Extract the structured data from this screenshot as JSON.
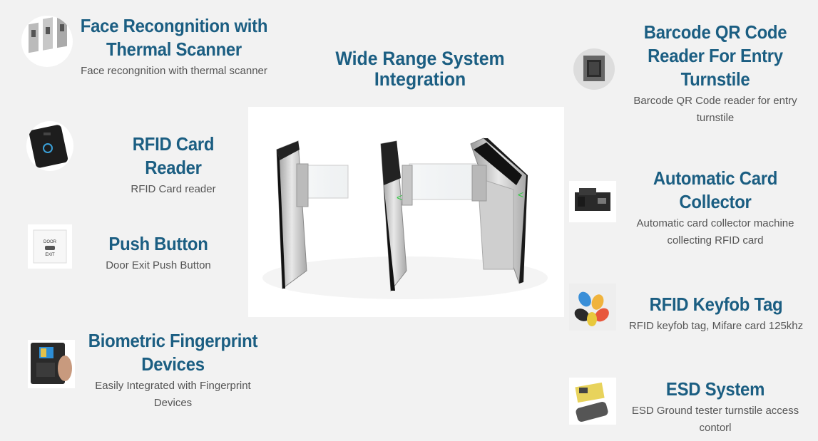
{
  "center": {
    "title_line1": "Wide Range System",
    "title_line2": "Integration"
  },
  "features": {
    "face": {
      "title_line1": "Face Recongnition with",
      "title_line2": "Thermal Scanner",
      "desc": "Face recongnition with thermal scanner",
      "icon": "face-recognition-turnstile-icon"
    },
    "rfid_reader": {
      "title": "RFID Card Reader",
      "desc": "RFID Card reader",
      "icon": "rfid-reader-icon"
    },
    "push": {
      "title": "Push Button",
      "desc": "Door Exit Push Button",
      "icon": "push-button-icon",
      "button_label_top": "DOOR",
      "button_label_bottom": "EXIT"
    },
    "biometric": {
      "title_line1": "Biometric Fingerprint",
      "title_line2": "Devices",
      "desc_line1": "Easily Integrated with Fingerprint",
      "desc_line2": "Devices",
      "icon": "fingerprint-device-icon"
    },
    "barcode": {
      "title_line1": "Barcode QR Code",
      "title_line2": "Reader For Entry",
      "title_line3": "Turnstile",
      "desc_line1": "Barcode QR Code reader for entry",
      "desc_line2": "turnstile",
      "icon": "qr-reader-icon"
    },
    "collector": {
      "title_line1": "Automatic Card",
      "title_line2": "Collector",
      "desc_line1": "Automatic card collector machine",
      "desc_line2": "collecting RFID card",
      "icon": "card-collector-icon"
    },
    "keyfob": {
      "title": "RFID Keyfob Tag",
      "desc": "RFID keyfob tag, Mifare card 125khz",
      "icon": "keyfob-icon"
    },
    "esd": {
      "title": "ESD System",
      "desc_line1": "ESD Ground tester turnstile access",
      "desc_line2": "contorl",
      "icon": "esd-tester-icon"
    }
  },
  "colors": {
    "heading": "#1b5e82",
    "text": "#555555",
    "background": "#f2f2f2"
  }
}
